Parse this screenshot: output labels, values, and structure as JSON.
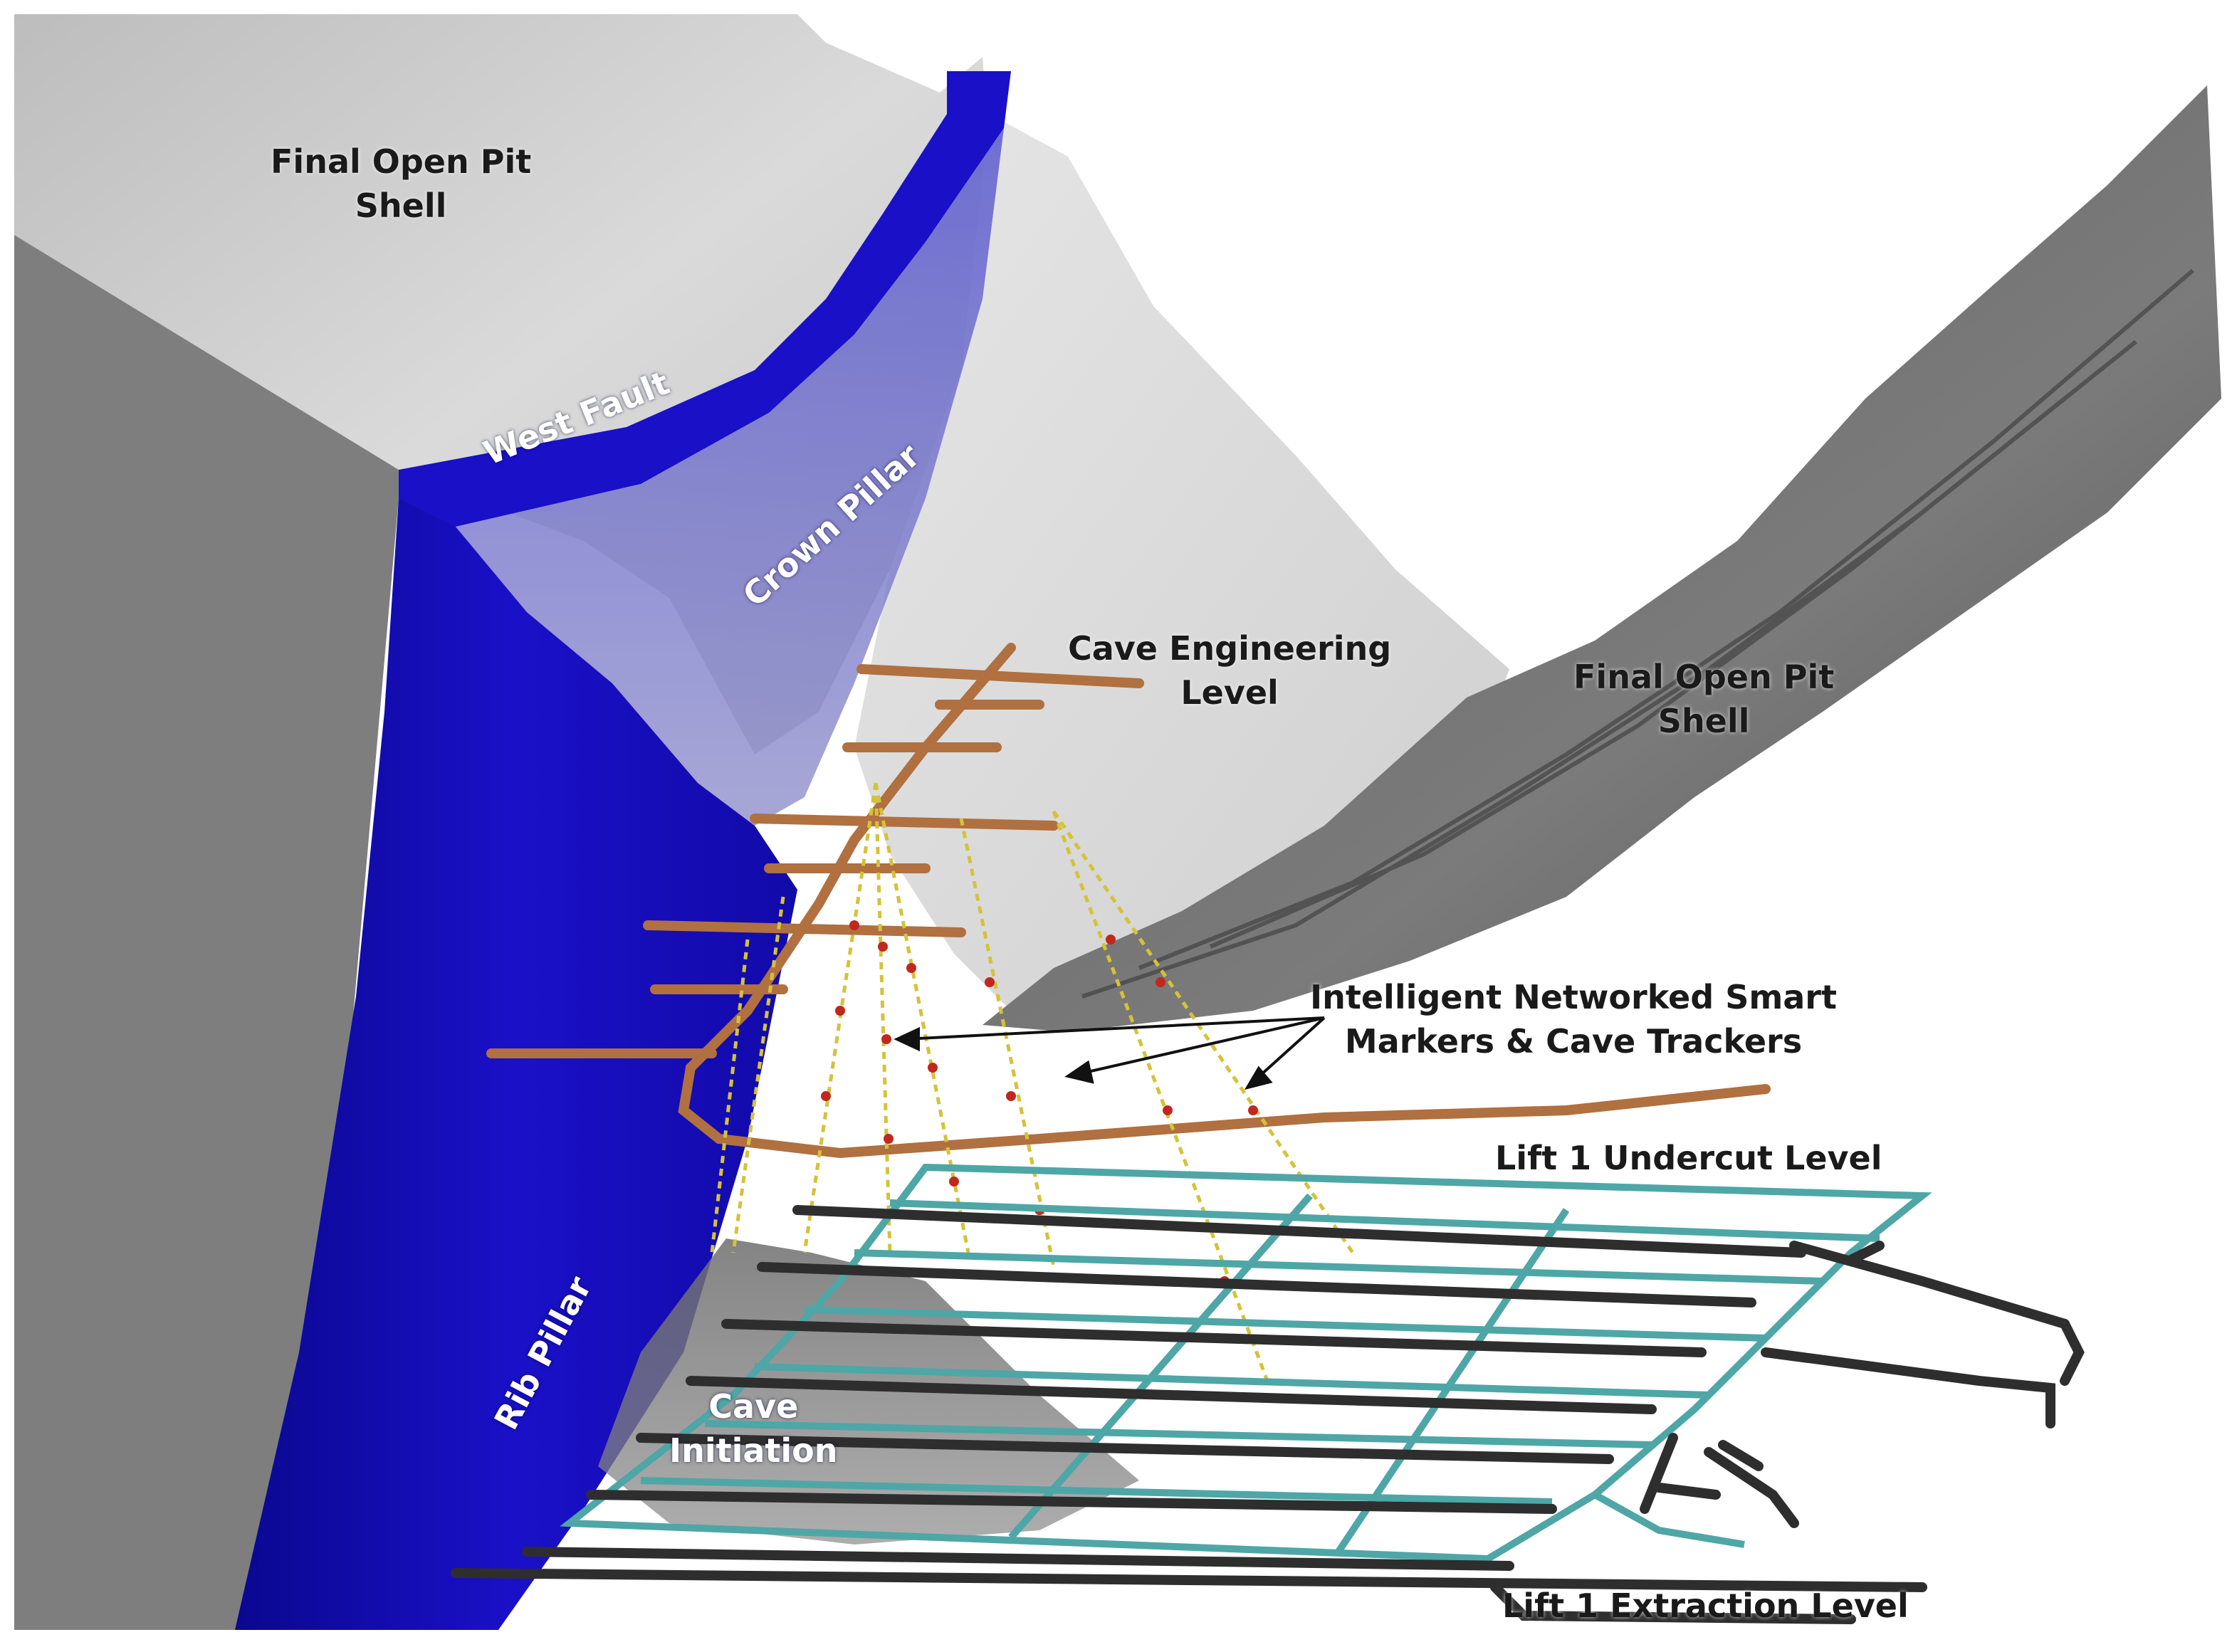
{
  "labels": {
    "pit_shell_left": [
      "Final Open Pit",
      "Shell"
    ],
    "west_fault": "West Fault",
    "crown_pillar": "Crown Pillar",
    "cave_engineering_level": [
      "Cave Engineering",
      "Level"
    ],
    "pit_shell_right": [
      "Final Open Pit",
      "Shell"
    ],
    "smart_markers": [
      "Intelligent Networked Smart",
      "Markers & Cave Trackers"
    ],
    "undercut_level": "Lift 1 Undercut Level",
    "rib_pillar": "Rib Pillar",
    "cave_initiation": [
      "Cave",
      "Initiation"
    ],
    "extraction_level": "Lift 1 Extraction Level"
  },
  "colors": {
    "fault_blue": "#1a10c8",
    "pillar_translucent": "#6a6acd",
    "wall_grey": "#7e7e7e",
    "pit_light": "#cfcfcf",
    "pit_dark": "#666666",
    "drift_brown": "#b07040",
    "undercut_teal": "#4fa6a6",
    "extraction_dark": "#2e2e2e"
  }
}
